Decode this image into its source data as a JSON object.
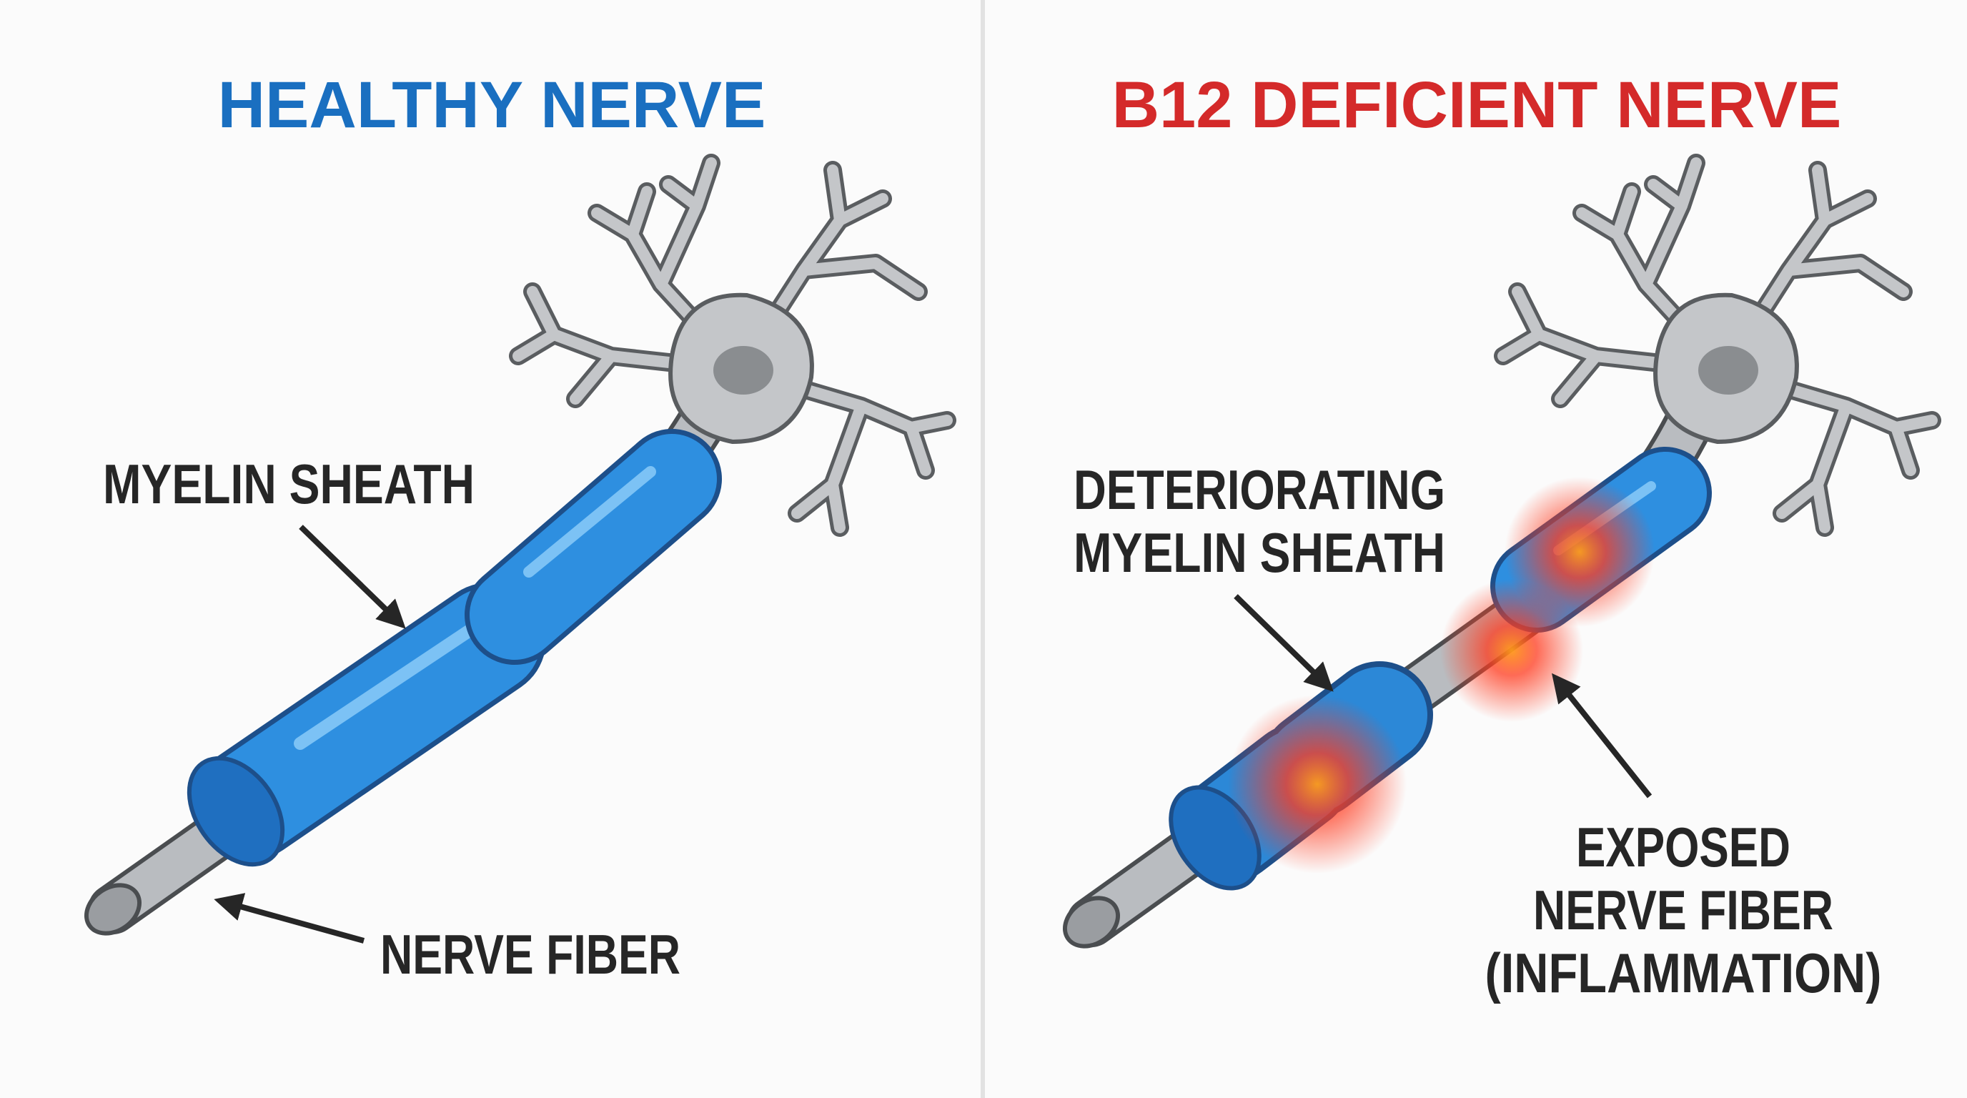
{
  "colors": {
    "healthy_title": "#1a6fc0",
    "deficient_title": "#d42a2a",
    "myelin": "#2e8fe0",
    "fiber": "#b9bcc0",
    "inflammation": "#ff3b1f"
  },
  "healthy": {
    "title": "HEALTHY NERVE",
    "label_myelin": "MYELIN SHEATH",
    "label_fiber": "NERVE FIBER"
  },
  "deficient": {
    "title": "B12 DEFICIENT NERVE",
    "label_myelin_line1": "DETERIORATING",
    "label_myelin_line2": "MYELIN SHEATH",
    "label_fiber_line1": "EXPOSED",
    "label_fiber_line2": "NERVE FIBER",
    "label_fiber_line3": "(INFLAMMATION)"
  }
}
